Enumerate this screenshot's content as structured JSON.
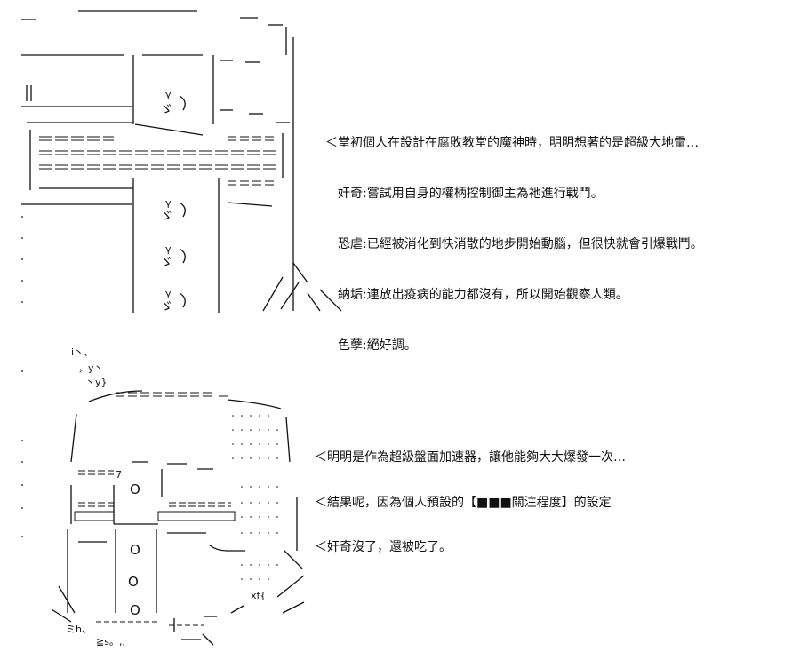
{
  "panel1": {
    "face_glyph": "ゞ",
    "face_small": "γ",
    "dialogue": [
      "＜當初個人在設計在腐敗教堂的魔神時，明明想著的是超級大地雷…",
      "　奸奇:嘗試用自身的權柄控制御主為祂進行戰鬥。",
      "　恐虐:已經被消化到快消散的地步開始動腦，但很快就會引爆戰鬥。",
      "　納垢:連放出疫病的能力都沒有，所以開始觀察人類。",
      "　色孽:絕好調。"
    ]
  },
  "panel2": {
    "dialogue_1": "＜明明是作為超級盤面加速器，讓他能夠大大爆發一次…",
    "dialogue_2": "＜結果呢，因為個人預設的【■■■關注程度】的設定",
    "dialogue_3": "＜奸奇沒了，還被吃了。",
    "art_text": {
      "top": "i丶、",
      "y1": "，y丶",
      "y2": "丶y}",
      "seven": "7",
      "o1": "O",
      "o2": "O",
      "o3": "O",
      "o4": "O",
      "xf": "xf{",
      "h": "ミh、",
      "s": "≧s。,,"
    }
  }
}
